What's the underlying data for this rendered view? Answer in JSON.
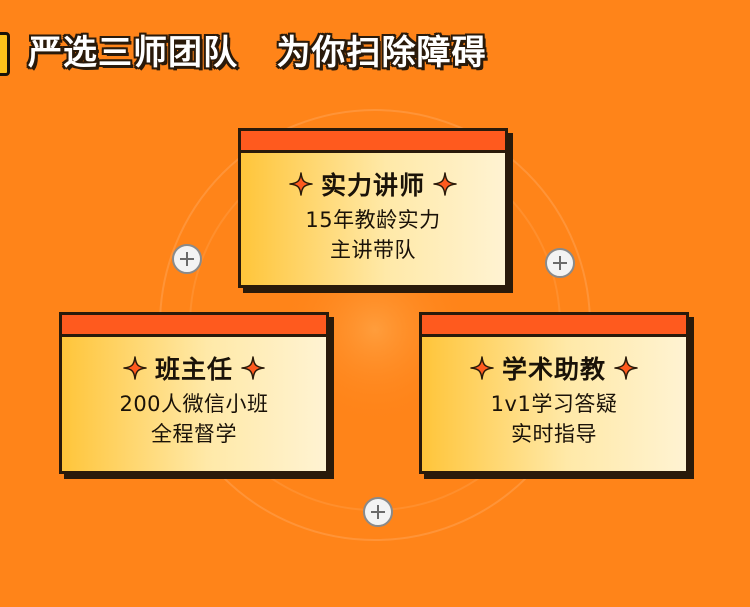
{
  "header": {
    "title": "严选三师团队   为你扫除障碍"
  },
  "cards": [
    {
      "title": "实力讲师",
      "lines": [
        "15年教龄实力",
        "主讲带队"
      ],
      "icon": "sparkle-icon"
    },
    {
      "title": "班主任",
      "lines": [
        "200人微信小班",
        "全程督学"
      ],
      "icon": "sparkle-icon"
    },
    {
      "title": "学术助教",
      "lines": [
        "1v1学习答疑",
        "实时指导"
      ],
      "icon": "sparkle-icon"
    }
  ],
  "icons": {
    "connector": "plus-icon"
  },
  "colors": {
    "background": "#ff8419",
    "card_top": "#ff5a1e",
    "card_gradient_start": "#ffc53a",
    "card_gradient_end": "#fff3d2",
    "outline": "#2a1a0a",
    "sparkle": "#ff5a1e"
  }
}
